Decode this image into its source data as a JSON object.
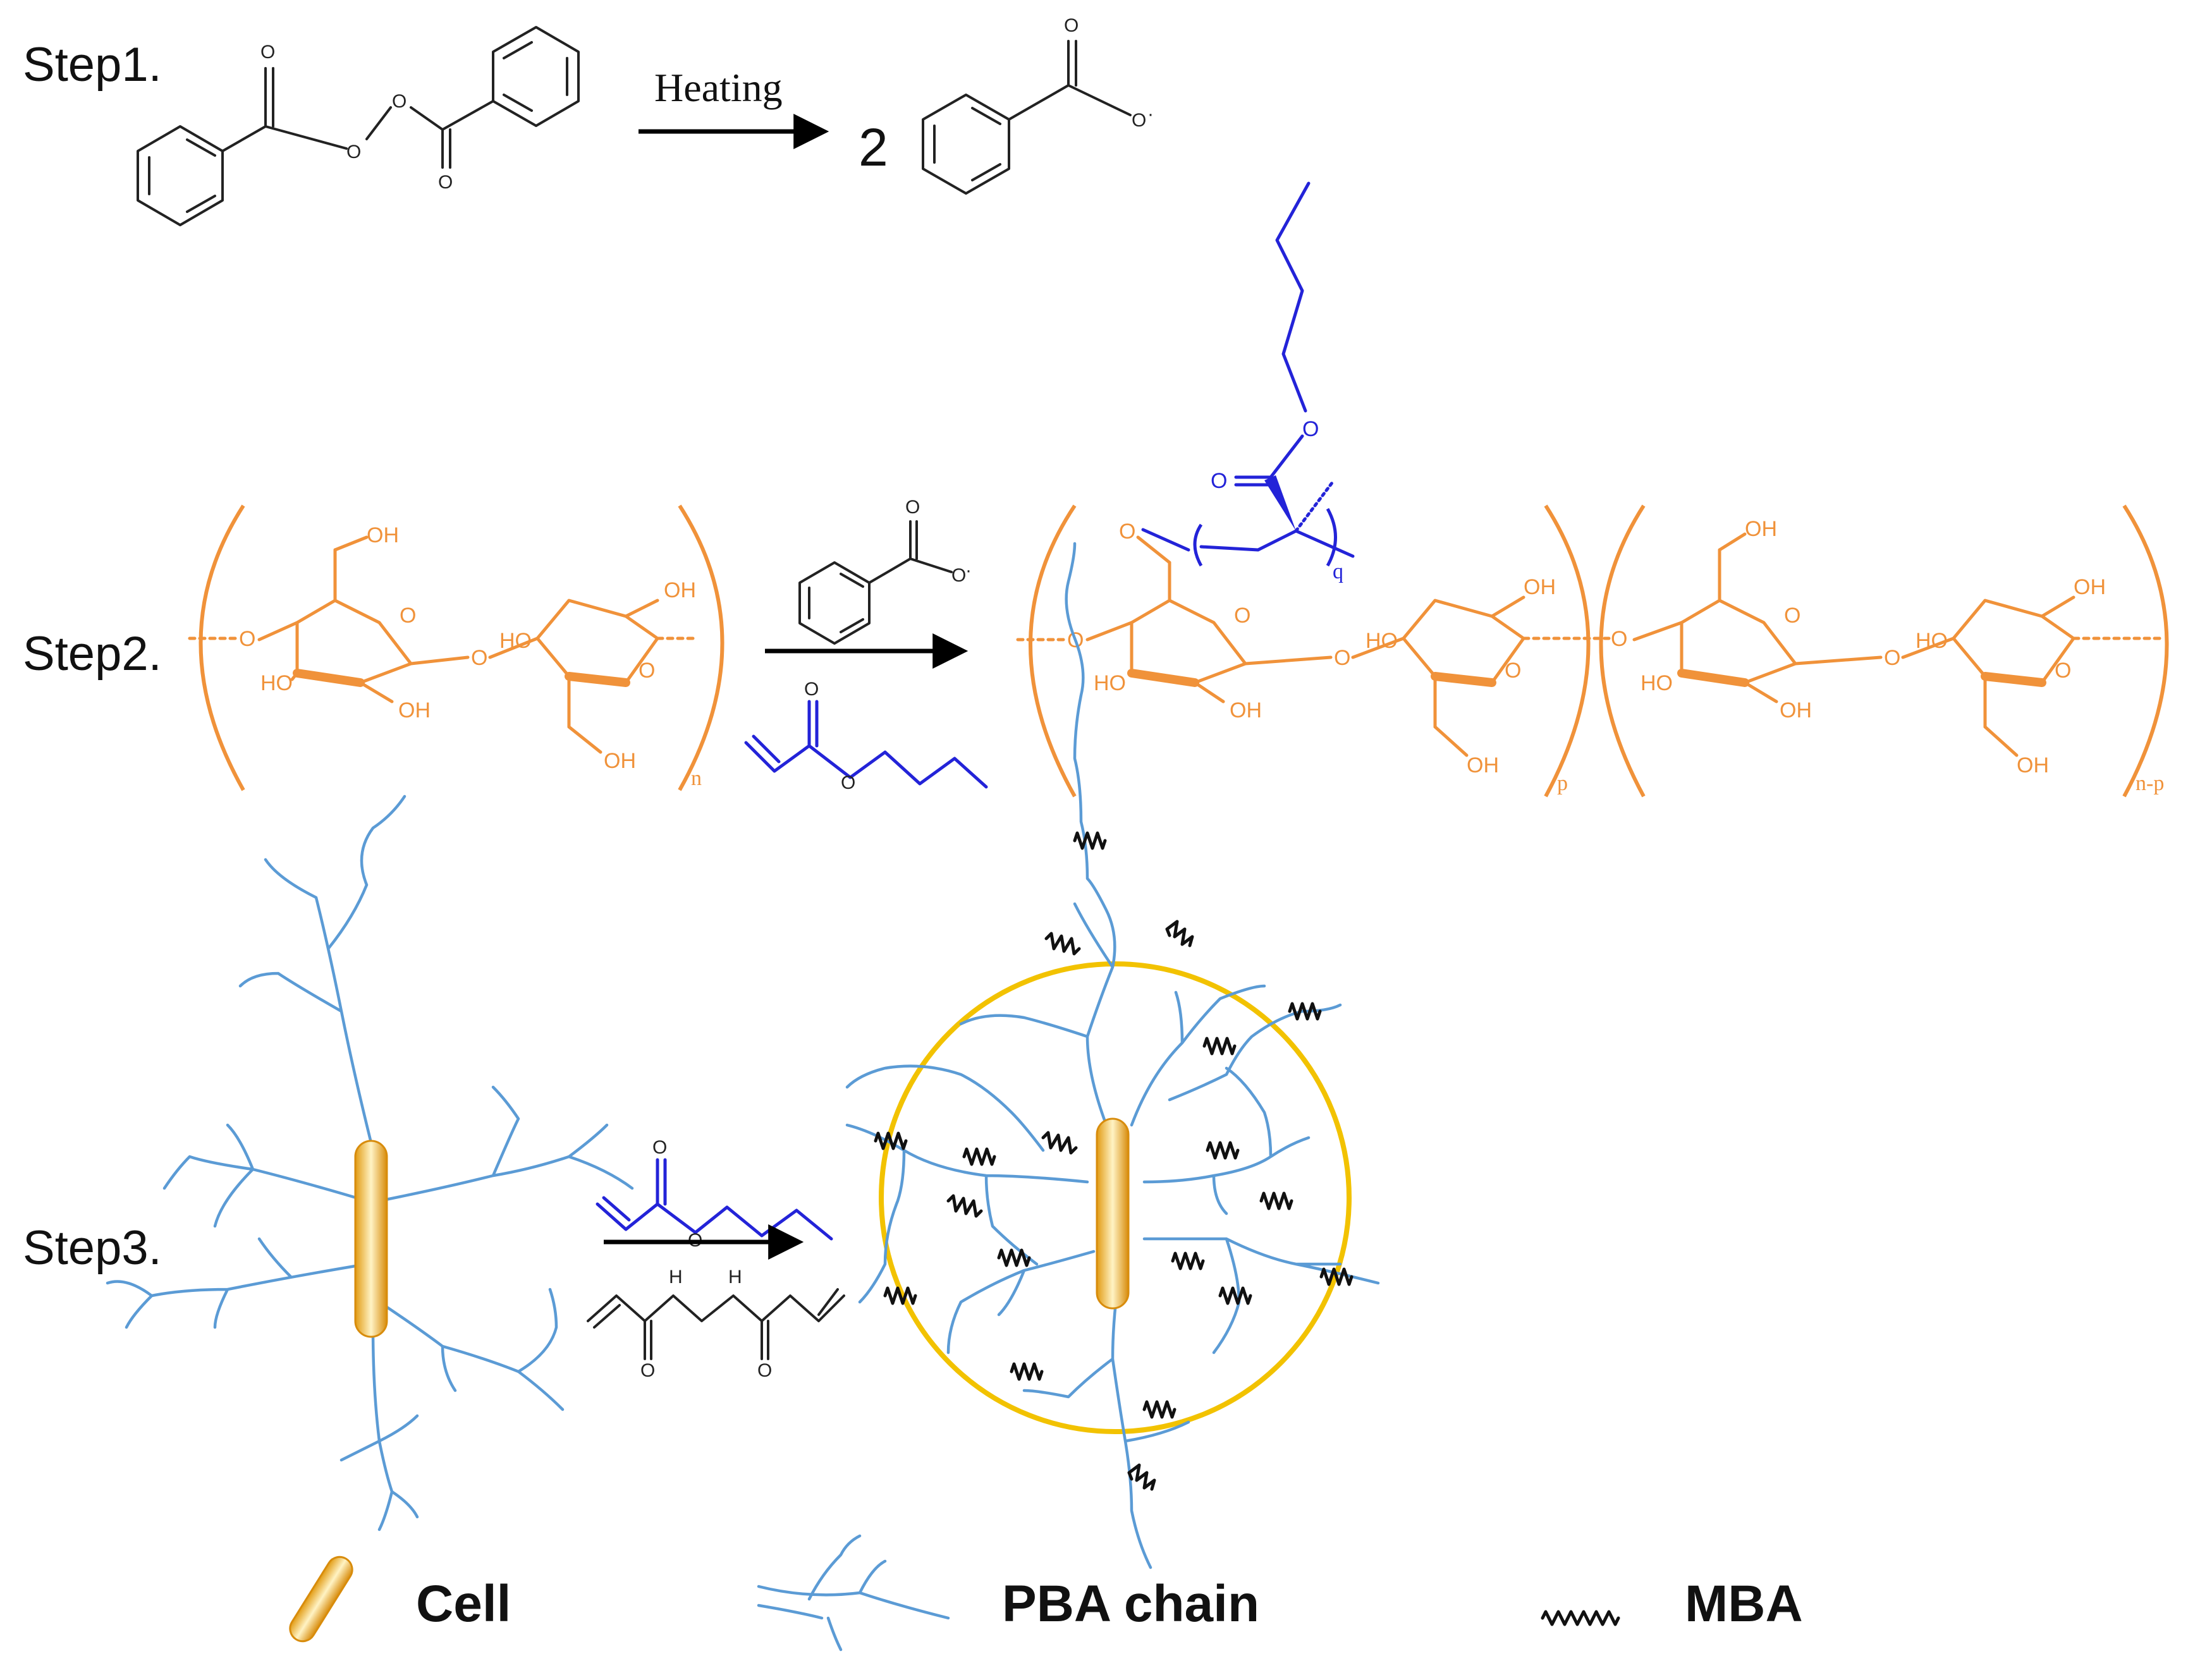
{
  "steps": {
    "step1": "Step1.",
    "step2": "Step2.",
    "step3": "Step3."
  },
  "step1": {
    "condition": "Heating",
    "coefficient": "2"
  },
  "atoms": {
    "oxygen": "O",
    "hydroxyl": "OH",
    "hydroxyl_left": "HO",
    "nitrogen_h": "H",
    "radical_dot": "·"
  },
  "repeat_subscripts": {
    "n": "n",
    "p": "p",
    "n_minus_p": "n-p",
    "q": "q"
  },
  "legend": {
    "cell": "Cell",
    "pba_chain": "PBA chain",
    "mba": "MBA"
  },
  "colors": {
    "cellulose": "#f0923a",
    "monomer": "#2323d8",
    "pba_chain": "#5b9bd5",
    "cell": "#f2b822",
    "circle": "#f2c200",
    "mba": "#111111"
  },
  "icons": {
    "cell": "cell-rod-icon",
    "chain": "pba-chain-icon",
    "mba": "mba-spring-icon"
  }
}
